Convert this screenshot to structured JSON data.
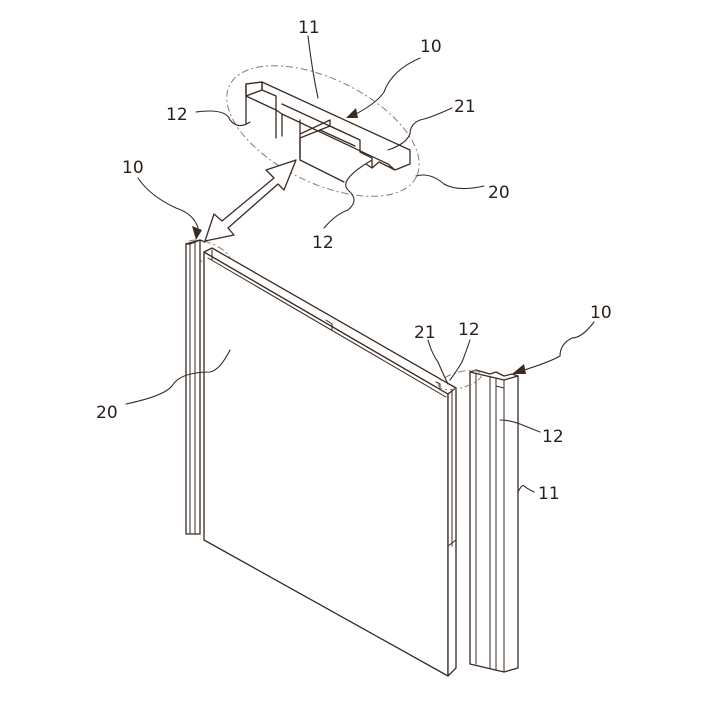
{
  "diagram": {
    "labels": {
      "top_11": "11",
      "top_10": "10",
      "top_12_left": "12",
      "top_21": "21",
      "top_20": "20",
      "top_12_bottom": "12",
      "left_10": "10",
      "panel_20": "20",
      "right_21": "21",
      "right_12_top": "12",
      "right_10": "10",
      "right_12": "12",
      "right_11": "11"
    },
    "colors": {
      "line": "#3a2a22",
      "dash": "#8a7a72",
      "background": "#ffffff"
    }
  }
}
